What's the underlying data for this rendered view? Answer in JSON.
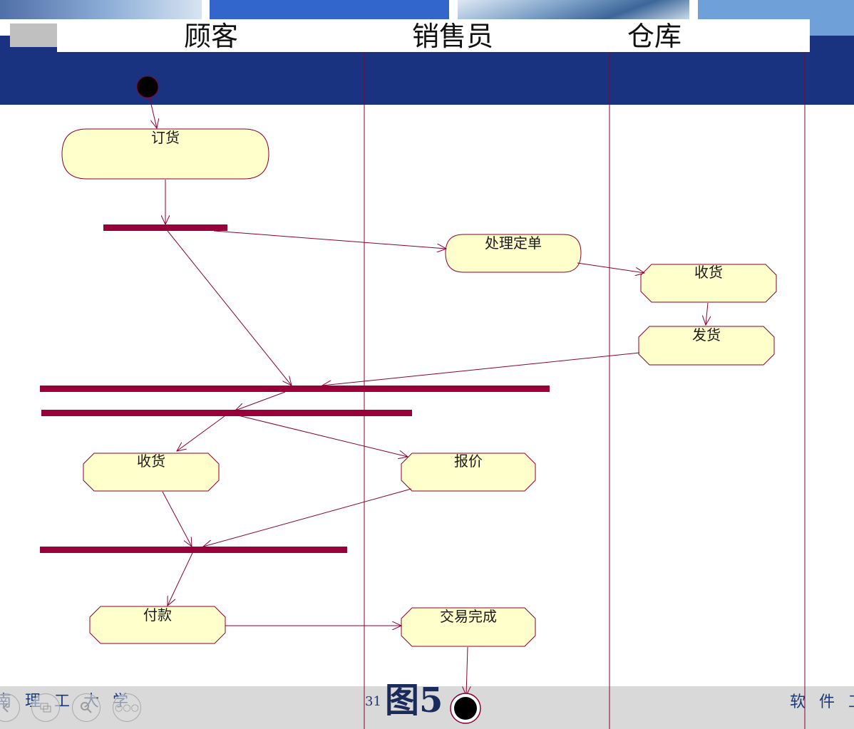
{
  "lanes": {
    "customer": "顾客",
    "salesperson": "销售员",
    "warehouse": "仓库"
  },
  "activities": {
    "order": "订货",
    "process_order": "处理定单",
    "warehouse_receive": "收货",
    "ship": "发货",
    "customer_receive": "收货",
    "quote": "报价",
    "pay": "付款",
    "complete": "交易完成"
  },
  "footer": {
    "left_text": "南 理 工 大 学",
    "right_text": "软 件 工",
    "page_number": "31",
    "figure_label": "图5",
    "menu_dots": "○○○"
  },
  "colors": {
    "band_blue": "#1a3380",
    "activity_fill": "#ffffcc",
    "line_color": "#8b0030",
    "sync_bar": "#99003a"
  }
}
